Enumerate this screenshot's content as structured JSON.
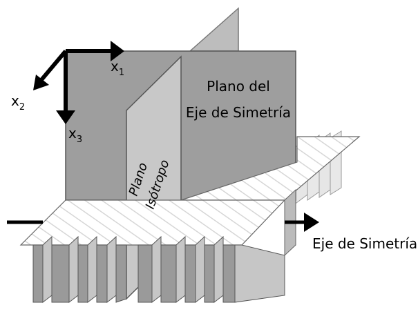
{
  "axes": {
    "x1": {
      "base": "x",
      "sub": "1"
    },
    "x2": {
      "base": "x",
      "sub": "2"
    },
    "x3": {
      "base": "x",
      "sub": "3"
    }
  },
  "labels": {
    "symmetry_plane_line1": "Plano del",
    "symmetry_plane_line2": "Eje de Simetría",
    "isotropic_line1": "Plano",
    "isotropic_line2": "Isótropo",
    "symmetry_axis": "Eje de Simetría"
  },
  "colors": {
    "axis_arrows": "#000000",
    "symmetry_plane": "#9e9e9e",
    "isotropic_plane": "#c8c8c8",
    "horizontal_plane": "#ffffff",
    "outline": "#555555"
  }
}
